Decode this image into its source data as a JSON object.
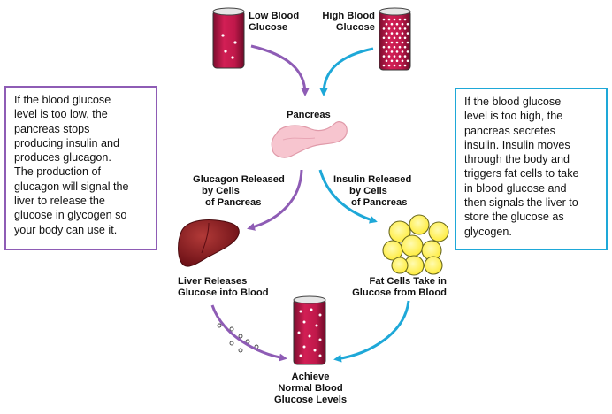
{
  "boxes": {
    "low": {
      "lines": [
        "If the blood glucose",
        "level is too low, the",
        "pancreas stops",
        "producing insulin and",
        "produces glucagon.",
        "The production of",
        "glucagon will signal the",
        "liver to release the",
        "glucose in glycogen so",
        "your body can use it."
      ]
    },
    "high": {
      "lines": [
        "If the blood glucose",
        "level is too high, the",
        "pancreas secretes",
        "insulin. Insulin moves",
        "through the body and",
        "triggers fat cells to take",
        "in blood glucose and",
        "then signals the liver to",
        "store the glucose as",
        "glycogen."
      ]
    }
  },
  "labels": {
    "low_blood_glucose": [
      "Low Blood",
      "Glucose"
    ],
    "high_blood_glucose": [
      "High Blood",
      "Glucose"
    ],
    "pancreas": "Pancreas",
    "glucagon_released": [
      "Glucagon Released",
      "by Cells",
      "of Pancreas"
    ],
    "insulin_released": [
      "Insulin Released",
      "by Cells",
      "of Pancreas"
    ],
    "liver_releases": [
      "Liver Releases",
      "Glucose into Blood"
    ],
    "fat_cells": [
      "Fat Cells Take in",
      "Glucose from Blood"
    ],
    "normal": [
      "Achieve",
      "Normal Blood",
      "Glucose Levels"
    ]
  },
  "colors": {
    "purple": "#8e5cb5",
    "cyan": "#1ea8d8",
    "tube": "#c0184a",
    "tube_dark": "#7c0d2e",
    "pancreas": "#f7c5cf",
    "liver": "#8a1a20",
    "fat": "#fff36a"
  }
}
